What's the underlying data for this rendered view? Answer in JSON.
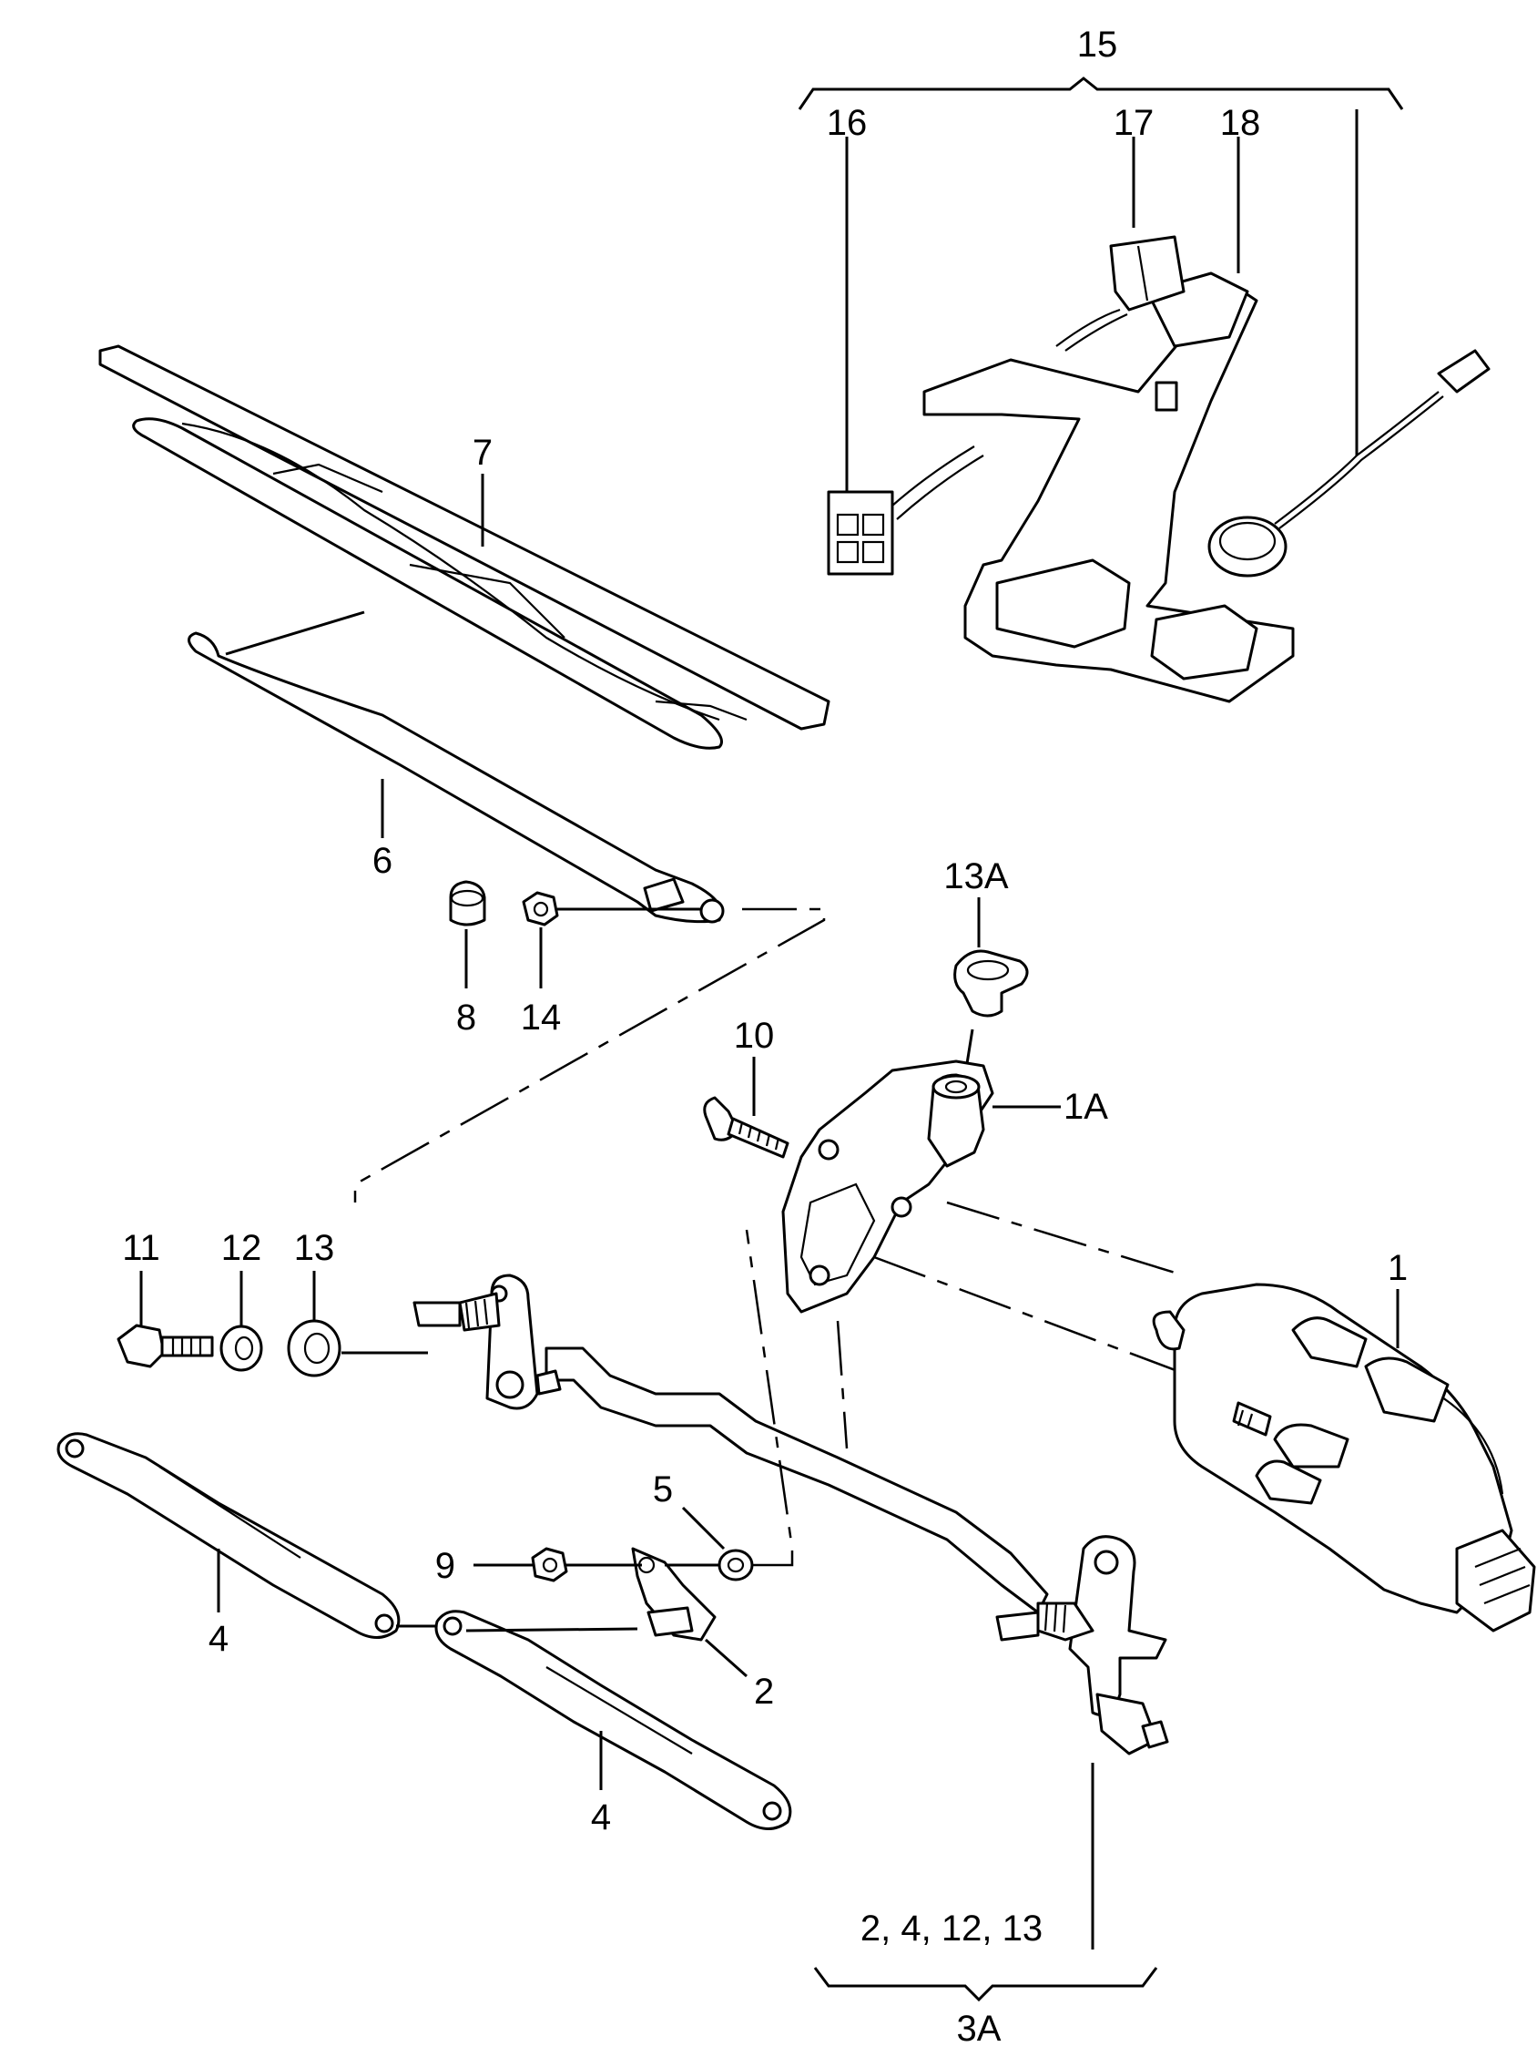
{
  "diagram": {
    "labels": {
      "l15": "15",
      "l16": "16",
      "l17": "17",
      "l18": "18",
      "l7": "7",
      "l6": "6",
      "l8": "8",
      "l14": "14",
      "l13a": "13A",
      "l10": "10",
      "l1a": "1A",
      "l1": "1",
      "l11": "11",
      "l12": "12",
      "l13": "13",
      "l5": "5",
      "l9": "9",
      "l2": "2",
      "l4a": "4",
      "l4b": "4",
      "l3a_items": "2, 4, 12, 13",
      "l3a": "3A"
    }
  }
}
